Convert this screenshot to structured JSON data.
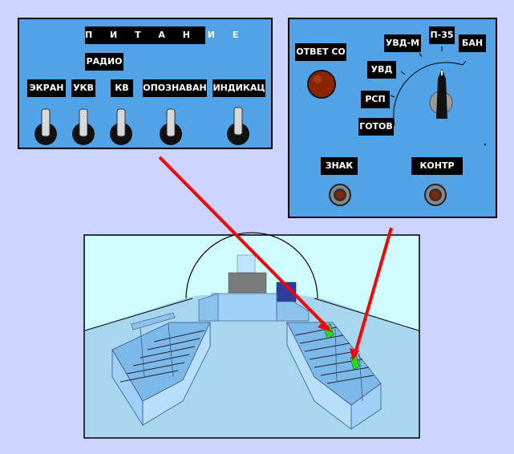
{
  "power_panel": {
    "title": "П И Т А Н И Е",
    "radio_label": "РАДИО",
    "switches": [
      {
        "label": "ЭКРАН"
      },
      {
        "label": "УКВ"
      },
      {
        "label": "КВ"
      },
      {
        "label": "ОПОЗНАВАН"
      },
      {
        "label": "ИНДИКАЦ"
      }
    ]
  },
  "control_panel": {
    "answer_label": "ОТВЕТ СО",
    "selector_positions": [
      "ГОТОВ",
      "РСП",
      "УВД",
      "УВД-М",
      "П-35",
      "БАН"
    ],
    "sign_label": "ЗНАК",
    "control_label": "КОНТР"
  },
  "colors": {
    "background": "#ccd5ff",
    "panel": "#4fa3e6",
    "label_bg": "#000000",
    "label_text": "#ffffff",
    "indicator_lamp": "#8b2500",
    "arrow": "#ff0000",
    "highlight": "#22dd22",
    "cockpit_sky": "#cffcff",
    "cockpit_floor": "#a6d7ef",
    "console": "#9fd0f7"
  }
}
